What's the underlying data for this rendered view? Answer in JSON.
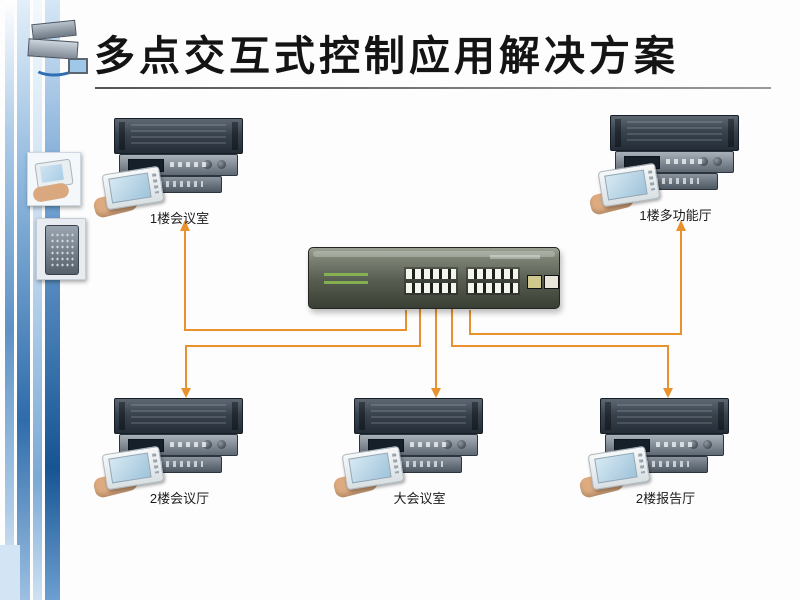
{
  "slide": {
    "title": "多点交互式控制应用解决方案"
  },
  "sidebar": {
    "icons": {
      "logo_cluster": "av-devices-collage",
      "thumb_touch_panel": "hand-with-touch-panel-photo",
      "thumb_rack": "rack-device-photo"
    }
  },
  "diagram": {
    "switch": {
      "name": "ethernet-switch-24-port"
    },
    "nodes": [
      {
        "id": "top-left",
        "label": "1楼会议室"
      },
      {
        "id": "top-right",
        "label": "1楼多功能厅"
      },
      {
        "id": "bottom-left",
        "label": "2楼会议厅"
      },
      {
        "id": "bottom-center",
        "label": "大会议室"
      },
      {
        "id": "bottom-right",
        "label": "2楼报告厅"
      }
    ],
    "edges": [
      {
        "from": "switch",
        "to": "top-left"
      },
      {
        "from": "switch",
        "to": "top-right"
      },
      {
        "from": "switch",
        "to": "bottom-left"
      },
      {
        "from": "switch",
        "to": "bottom-center"
      },
      {
        "from": "switch",
        "to": "bottom-right"
      }
    ]
  },
  "colors": {
    "connector": "#E8912D",
    "sidebar_blue": "#2F6CAB",
    "title_text": "#141414"
  }
}
